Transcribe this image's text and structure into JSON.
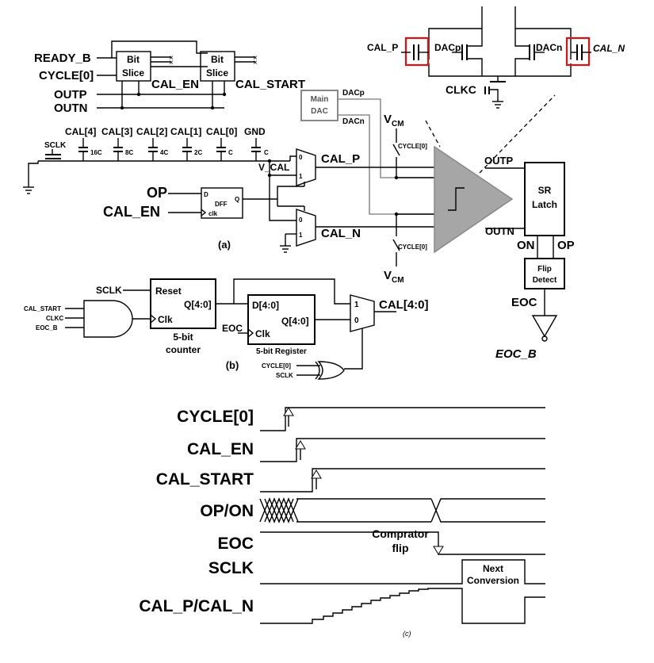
{
  "fig_a": {
    "ready_b": "READY_B",
    "cycle0": "CYCLE[0]",
    "outp": "OUTP",
    "outn": "OUTN",
    "bit_slice_line1": "Bit",
    "bit_slice_line2": "Slice",
    "cal_en_out": "CAL_EN",
    "cal_start_out": "CAL_START",
    "main_dac_line1": "Main",
    "main_dac_line2": "DAC",
    "dacp": "DACp",
    "dacn": "DACn",
    "vcm_top": "V",
    "vcm_sub": "CM",
    "cycle0_small": "CYCLE[0]",
    "sclk": "SCLK",
    "cap_labels": [
      "CAL[4]",
      "CAL[3]",
      "CAL[2]",
      "CAL[1]",
      "CAL[0]",
      "GND"
    ],
    "cap_values": [
      "16C",
      "8C",
      "4C",
      "2C",
      "C",
      "C"
    ],
    "v_cal": "V_CAL",
    "mux0": "0",
    "mux1": "1",
    "cal_p": "CAL_P",
    "cal_n": "CAL_N",
    "op": "OP",
    "cal_en": "CAL_EN",
    "dff_d": "D",
    "dff_q": "Q",
    "dff_name": "DFF",
    "dff_clk": "clk",
    "caption": "(a)",
    "comp_outp": "OUTP",
    "comp_outn": "OUTN",
    "sr_line1": "SR",
    "sr_line2": "Latch",
    "on": "ON",
    "op_out": "OP",
    "flip_line1": "Flip",
    "flip_line2": "Detect",
    "eoc": "EOC",
    "eoc_b": "EOC_B"
  },
  "inset": {
    "cal_p": "CAL_P",
    "cal_n": "CAL_N",
    "dacp": "DACp",
    "dacn": "DACn",
    "clkc": "CLKC"
  },
  "fig_b": {
    "sclk": "SCLK",
    "cal_start": "CAL_START",
    "clkc": "CLKC",
    "eoc_b": "EOC_B",
    "reset": "Reset",
    "q40": "Q[4:0]",
    "clk": "Clk",
    "counter_line1": "5-bit",
    "counter_line2": "counter",
    "d40": "D[4:0]",
    "eoc": "EOC",
    "reg_clk": "Clk",
    "reg_q": "Q[4:0]",
    "reg_name": "5-bit Register",
    "mux1": "1",
    "mux0": "0",
    "cal_out": "CAL[4:0]",
    "cycle0": "CYCLE[0]",
    "sclk2": "SCLK",
    "caption": "(b)"
  },
  "fig_c": {
    "signals": [
      "CYCLE[0]",
      "CAL_EN",
      "CAL_START",
      "OP/ON",
      "EOC",
      "SCLK",
      "CAL_P/CAL_N"
    ],
    "comparator_line1": "Comprator",
    "comparator_line2": "flip",
    "next_line1": "Next",
    "next_line2": "Conversion",
    "caption": "(c)"
  }
}
